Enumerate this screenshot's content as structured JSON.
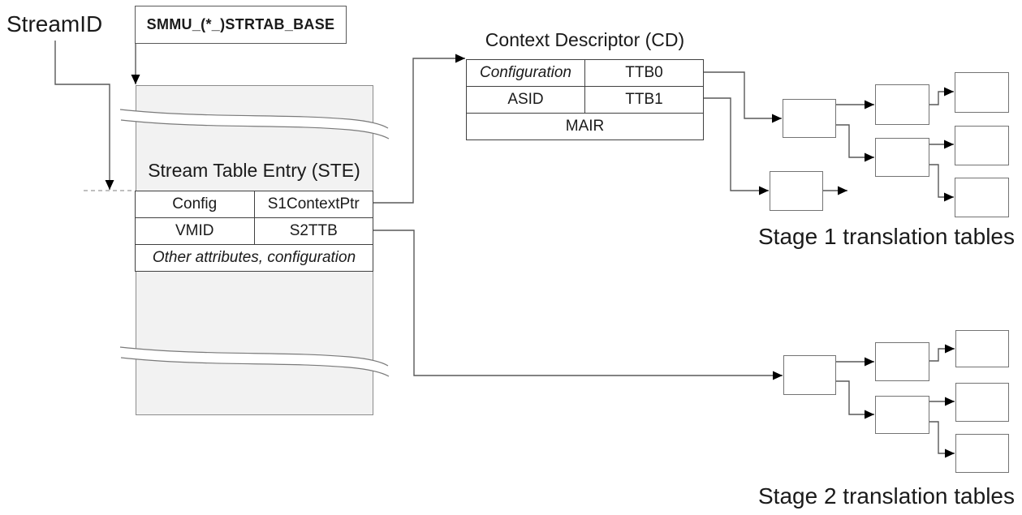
{
  "labels": {
    "stream_id": "StreamID",
    "register": "SMMU_(*_)STRTAB_BASE",
    "stage1": "Stage 1 translation tables",
    "stage2": "Stage 2 translation tables"
  },
  "ste": {
    "title": "Stream Table Entry (STE)",
    "rows": [
      {
        "left": "Config",
        "right": "S1ContextPtr"
      },
      {
        "left": "VMID",
        "right": "S2TTB"
      },
      {
        "span": "Other attributes, configuration"
      }
    ]
  },
  "cd": {
    "title": "Context Descriptor (CD)",
    "rows": [
      {
        "left": "Configuration",
        "right": "TTB0"
      },
      {
        "left": "ASID",
        "right": "TTB1"
      },
      {
        "span": "MAIR"
      }
    ]
  },
  "colors": {
    "ste_fill": "#f2f2f2",
    "ste_border": "#8c8c8c",
    "table_border": "#404040",
    "small_box_border": "#737373",
    "connector": "#595959",
    "arrowhead": "#000000",
    "text": "#1a1a1a",
    "background": "#ffffff"
  }
}
